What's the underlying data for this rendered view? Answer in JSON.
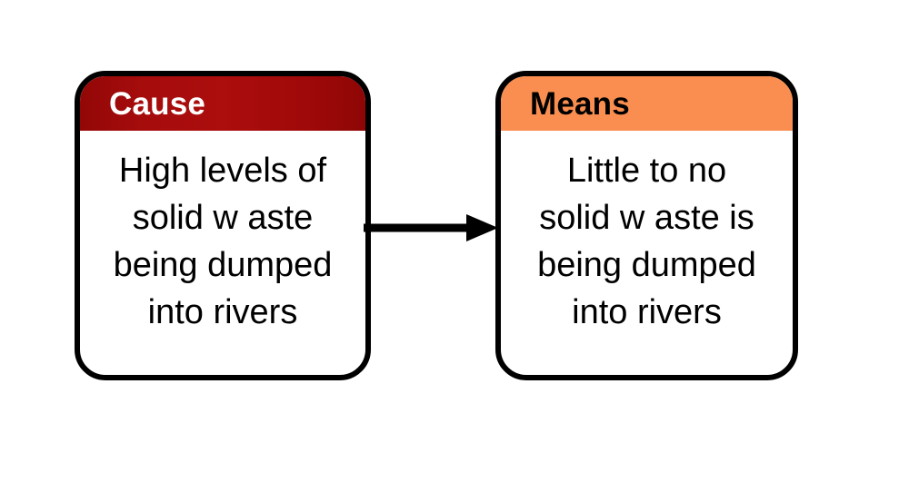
{
  "diagram": {
    "type": "cause-and-means-flow",
    "background_color": "#ffffff",
    "nodes": [
      {
        "id": "cause",
        "header_label": "Cause",
        "header_color": "#a60c0c",
        "header_text_color": "#ffffff",
        "body_text": "High levels of\nsolid w aste\nbeing dumped\ninto rivers",
        "body_text_color": "#000000",
        "border_color": "#000000",
        "fill_color": "#ffffff"
      },
      {
        "id": "means",
        "header_label": "Means",
        "header_color": "#fa8e50",
        "header_text_color": "#000000",
        "body_text": "Little to no\nsolid w aste is\nbeing dumped\ninto rivers",
        "body_text_color": "#000000",
        "border_color": "#000000",
        "fill_color": "#ffffff"
      }
    ],
    "connector": {
      "id": "cause-to-means",
      "from": "cause",
      "to": "means",
      "style": "solid-line-with-filled-arrowhead",
      "color": "#000000",
      "direction": "left-to-right"
    }
  }
}
